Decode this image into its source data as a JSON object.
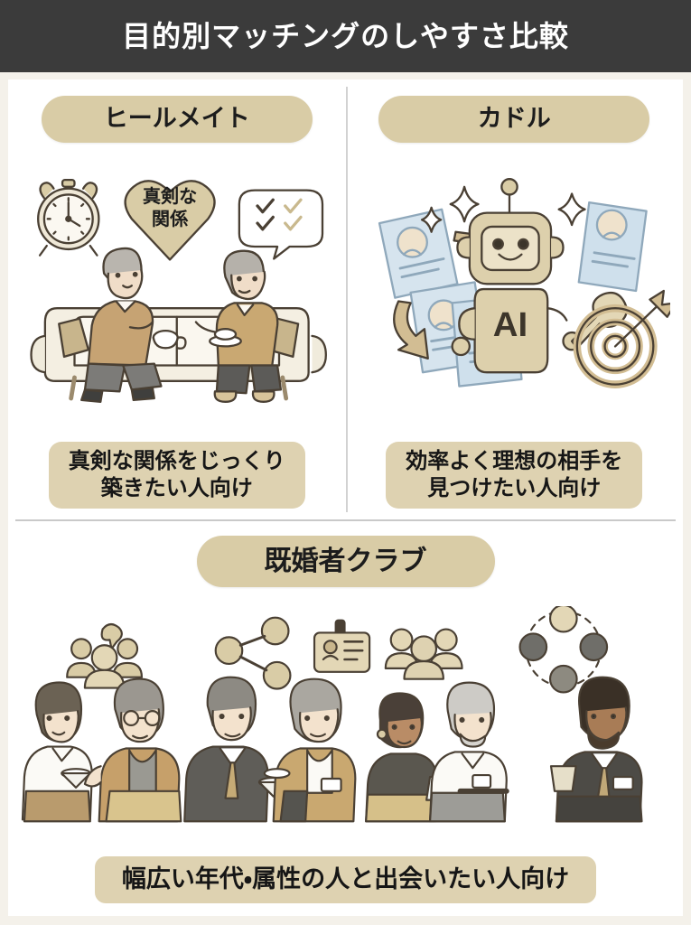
{
  "header": {
    "title": "目的別マッチングのしやすさ比較",
    "background_color": "#3b3b3b",
    "text_color": "#ffffff"
  },
  "theme": {
    "pill_color": "#d9cca6",
    "caption_color": "#ded2b1",
    "page_background": "#f4f1ea",
    "board_background": "#ffffff",
    "divider_color": "#c9c9c9",
    "ink_color": "#3d3528",
    "card_blue": "#cfe0ec"
  },
  "panels": [
    {
      "id": "heal-mate",
      "header": "ヒールメイト",
      "caption": "真剣な関係をじっくり\n築きたい人向け",
      "caption_line1": "真剣な関係をじっくり",
      "caption_line2": "築きたい人向け",
      "illustration": {
        "name": "mature-couple-on-sofa",
        "heart_label_line1": "真剣な",
        "heart_label_line2": "関係",
        "icons": [
          "alarm-clock-icon",
          "heart-badge-icon",
          "speech-bubble-checkmarks-icon",
          "coffee-cup-icon",
          "sofa-icon"
        ]
      }
    },
    {
      "id": "cuddle",
      "header": "カドル",
      "caption": "効率よく理想の相手を\n見つけたい人向け",
      "caption_line1": "効率よく理想の相手を",
      "caption_line2": "見つけたい人向け",
      "illustration": {
        "name": "ai-robot-matching",
        "robot_chest_label": "AI",
        "icons": [
          "robot-icon",
          "profile-card-icon",
          "arrow-icon",
          "sparkle-icon",
          "target-arrow-icon",
          "wrench-icon"
        ]
      }
    },
    {
      "id": "married-club",
      "header": "既婚者クラブ",
      "caption": "幅広い年代・属性の人と出会いたい人向け",
      "illustration": {
        "name": "networking-party-people",
        "icons": [
          "people-group-icon",
          "share-network-icon",
          "id-badge-icon",
          "people-circle-icon",
          "cocktail-glass-icon",
          "name-tag-icon"
        ]
      }
    }
  ]
}
